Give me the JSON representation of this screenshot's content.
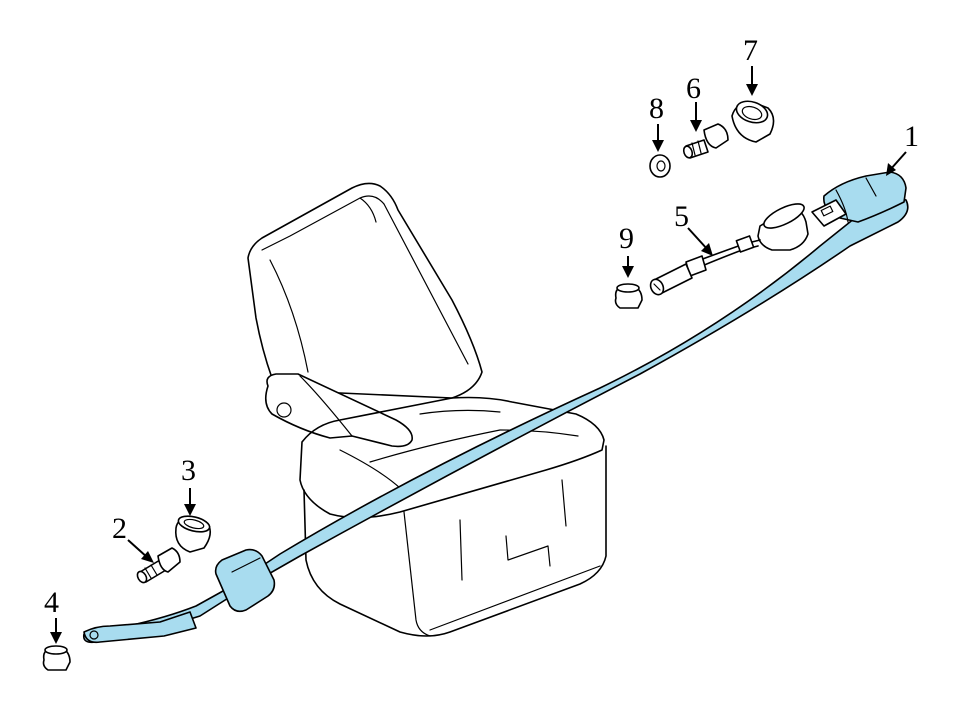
{
  "colors": {
    "belt_fill": "#a8dcef",
    "line": "#000000",
    "background": "#ffffff"
  },
  "callouts": [
    {
      "id": "1",
      "label": "1"
    },
    {
      "id": "2",
      "label": "2"
    },
    {
      "id": "3",
      "label": "3"
    },
    {
      "id": "4",
      "label": "4"
    },
    {
      "id": "5",
      "label": "5"
    },
    {
      "id": "6",
      "label": "6"
    },
    {
      "id": "7",
      "label": "7"
    },
    {
      "id": "8",
      "label": "8"
    },
    {
      "id": "9",
      "label": "9"
    }
  ]
}
